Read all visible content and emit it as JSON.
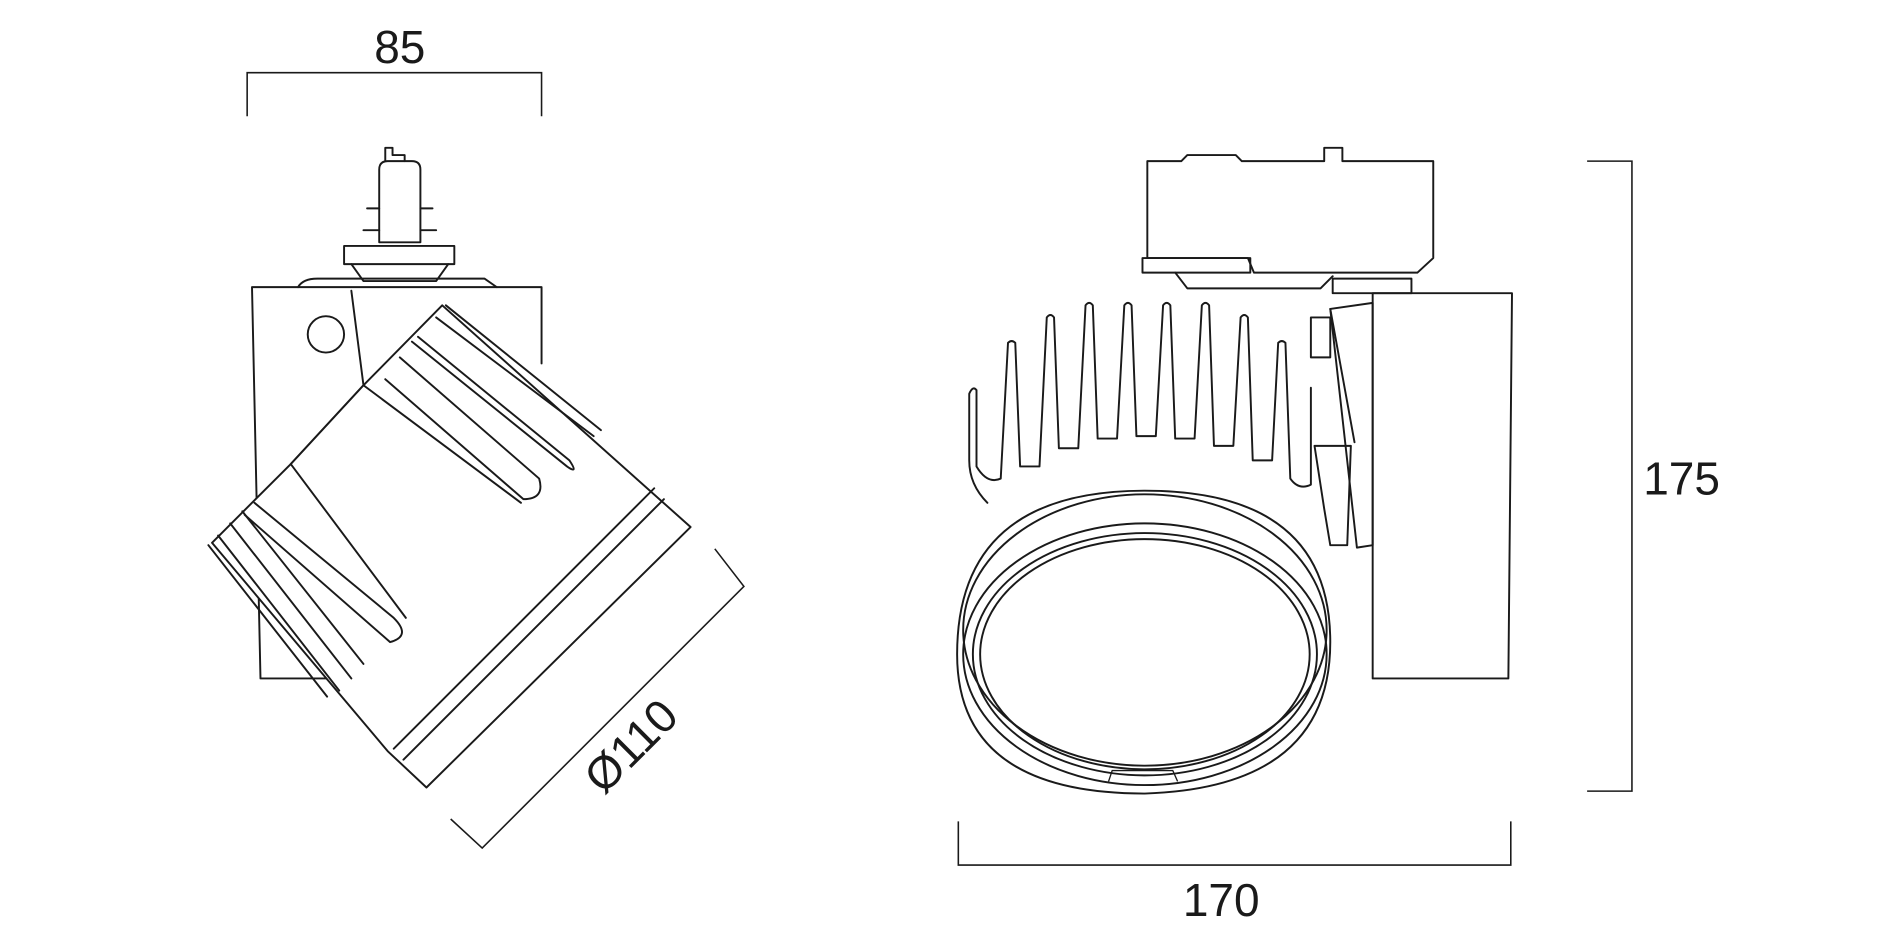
{
  "drawing": {
    "dimensions": {
      "width_side": "85",
      "diameter": "Ø110",
      "height": "175",
      "length": "170"
    },
    "colors": {
      "line": "#1a1a1a",
      "background": "#ffffff"
    }
  }
}
